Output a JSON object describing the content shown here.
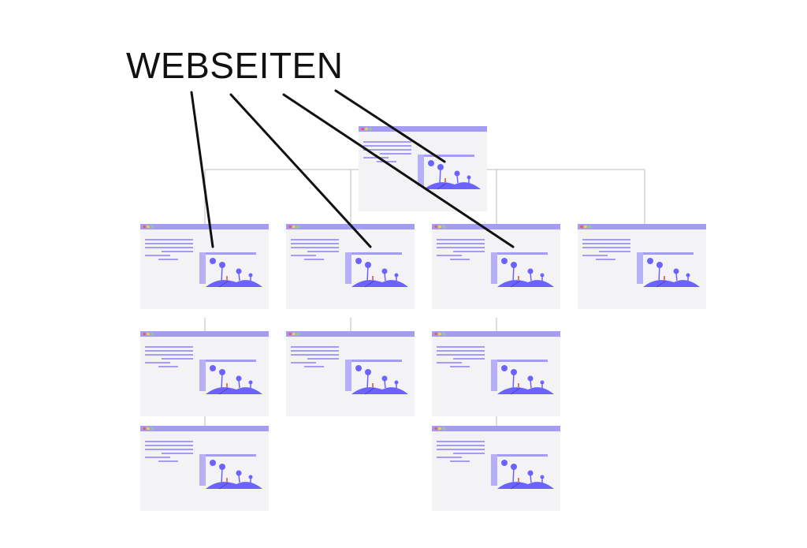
{
  "label": "WEBSEITEN",
  "colors": {
    "accent": "#6c63ff",
    "titlebar": "#a59cf5",
    "text_lines": "#a59cf5",
    "card_bg": "#f4f4f6",
    "connector": "#bdbdbd",
    "pointer": "#111111"
  },
  "pages": [
    {
      "id": "home",
      "level": 0,
      "parent": null
    },
    {
      "id": "page-1",
      "level": 1,
      "parent": "home"
    },
    {
      "id": "page-2",
      "level": 1,
      "parent": "home"
    },
    {
      "id": "page-3",
      "level": 1,
      "parent": "home"
    },
    {
      "id": "page-4",
      "level": 1,
      "parent": "home"
    },
    {
      "id": "page-1-1",
      "level": 2,
      "parent": "page-1"
    },
    {
      "id": "page-2-1",
      "level": 2,
      "parent": "page-2"
    },
    {
      "id": "page-3-1",
      "level": 2,
      "parent": "page-3"
    },
    {
      "id": "page-1-1-1",
      "level": 3,
      "parent": "page-1-1"
    },
    {
      "id": "page-3-1-1",
      "level": 3,
      "parent": "page-3-1"
    }
  ],
  "pointers_to": [
    "page-1",
    "page-2",
    "page-3",
    "home"
  ]
}
